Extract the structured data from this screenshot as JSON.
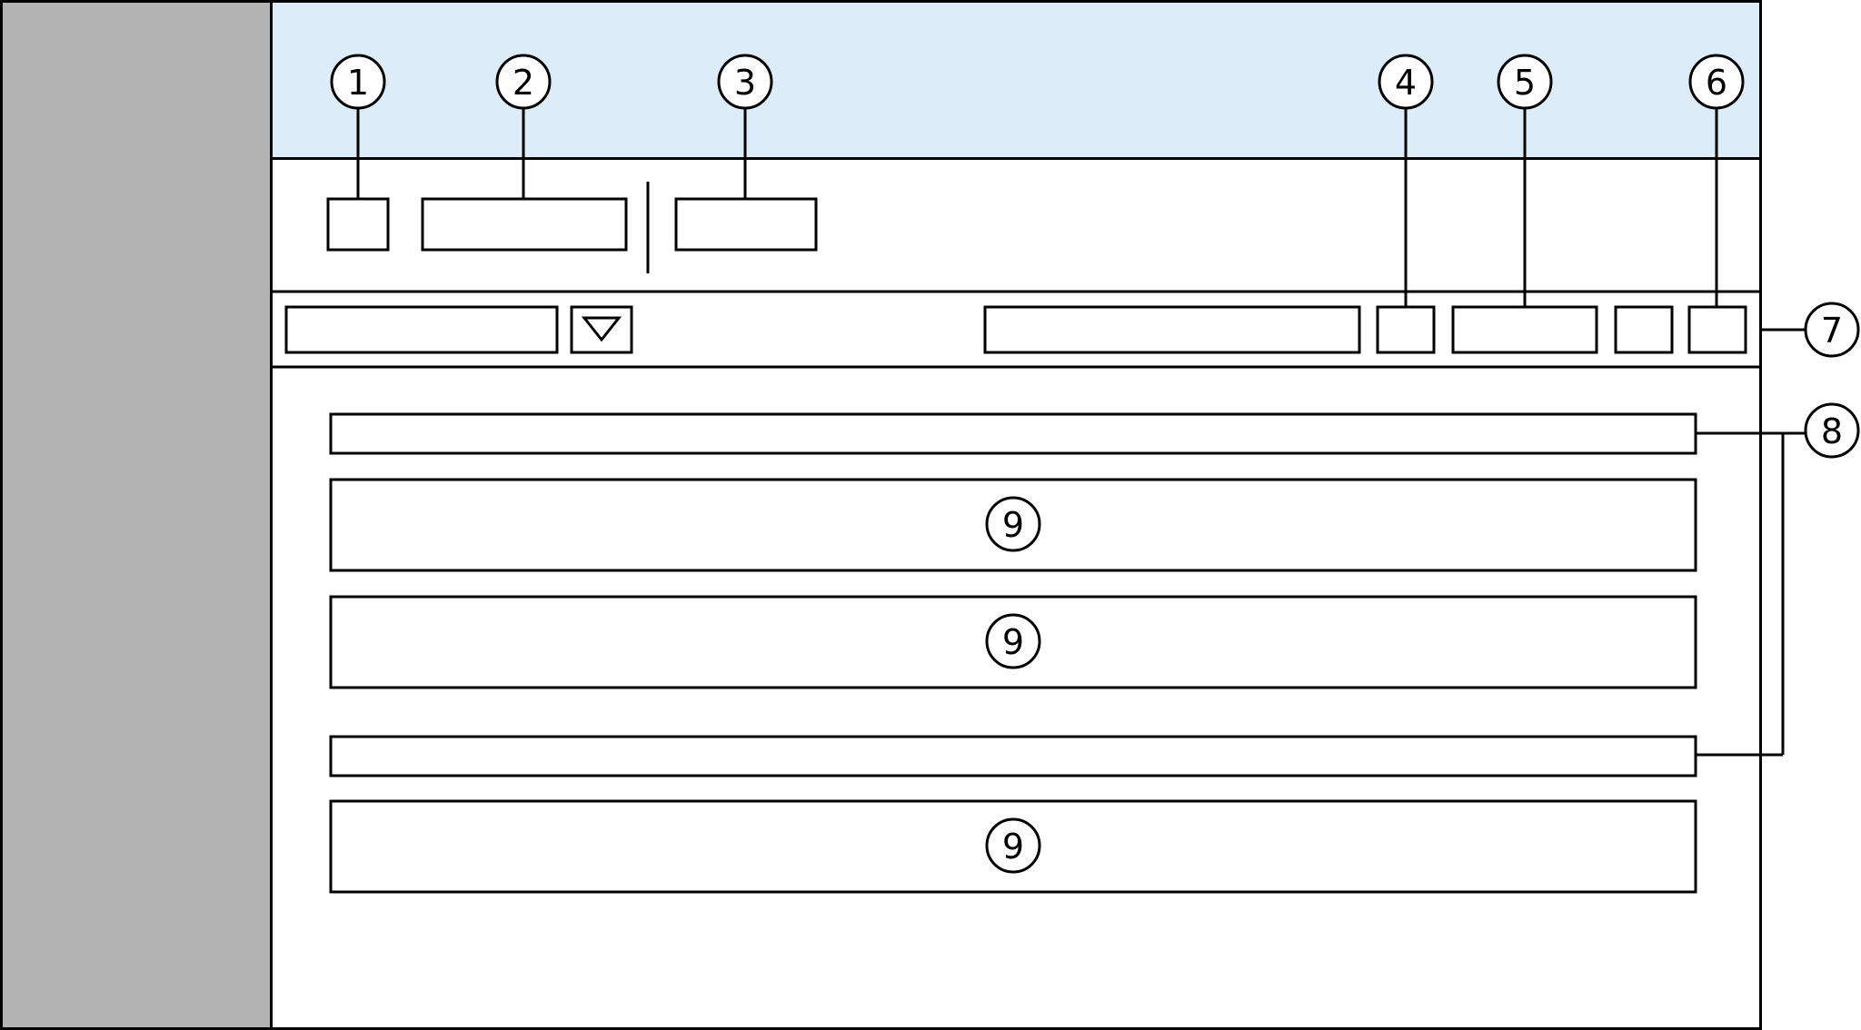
{
  "colors": {
    "sidebar": "#b3b3b3",
    "header": "#dcedf9",
    "stroke": "#000000",
    "background": "#ffffff"
  },
  "callouts": {
    "c1": "1",
    "c2": "2",
    "c3": "3",
    "c4": "4",
    "c5": "5",
    "c6": "6",
    "c7": "7",
    "c8": "8",
    "c9a": "9",
    "c9b": "9",
    "c9c": "9"
  },
  "icons": {
    "dropdown": "triangle-down-icon"
  }
}
